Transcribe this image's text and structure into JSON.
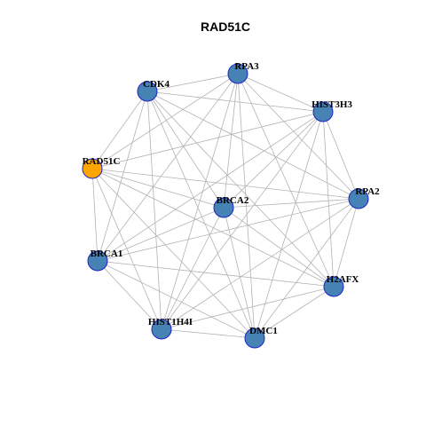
{
  "title": "RAD51C",
  "colors": {
    "default_node": "#4682b4",
    "highlight_node": "#ffa500",
    "node_border": "#1f24c8",
    "edge": "#b3b3b3"
  },
  "nodes": [
    {
      "id": "RPA3",
      "label": "RPA3",
      "highlight": false
    },
    {
      "id": "HIST3H3",
      "label": "HIST3H3",
      "highlight": false
    },
    {
      "id": "RPA2",
      "label": "RPA2",
      "highlight": false
    },
    {
      "id": "H2AFX",
      "label": "H2AFX",
      "highlight": false
    },
    {
      "id": "DMC1",
      "label": "DMC1",
      "highlight": false
    },
    {
      "id": "HIST1H4I",
      "label": "HIST1H4I",
      "highlight": false
    },
    {
      "id": "BRCA1",
      "label": "BRCA1",
      "highlight": false
    },
    {
      "id": "RAD51C",
      "label": "RAD51C",
      "highlight": true
    },
    {
      "id": "CDK4",
      "label": "CDK4",
      "highlight": false
    },
    {
      "id": "BRCA2",
      "label": "BRCA2",
      "highlight": false
    }
  ],
  "edges": [
    [
      "RPA3",
      "HIST3H3"
    ],
    [
      "RPA3",
      "RPA2"
    ],
    [
      "RPA3",
      "H2AFX"
    ],
    [
      "RPA3",
      "DMC1"
    ],
    [
      "RPA3",
      "HIST1H4I"
    ],
    [
      "RPA3",
      "BRCA1"
    ],
    [
      "RPA3",
      "RAD51C"
    ],
    [
      "RPA3",
      "CDK4"
    ],
    [
      "RPA3",
      "BRCA2"
    ],
    [
      "HIST3H3",
      "RPA2"
    ],
    [
      "HIST3H3",
      "H2AFX"
    ],
    [
      "HIST3H3",
      "DMC1"
    ],
    [
      "HIST3H3",
      "HIST1H4I"
    ],
    [
      "HIST3H3",
      "BRCA1"
    ],
    [
      "HIST3H3",
      "RAD51C"
    ],
    [
      "HIST3H3",
      "CDK4"
    ],
    [
      "HIST3H3",
      "BRCA2"
    ],
    [
      "RPA2",
      "H2AFX"
    ],
    [
      "RPA2",
      "DMC1"
    ],
    [
      "RPA2",
      "HIST1H4I"
    ],
    [
      "RPA2",
      "BRCA1"
    ],
    [
      "RPA2",
      "RAD51C"
    ],
    [
      "RPA2",
      "CDK4"
    ],
    [
      "RPA2",
      "BRCA2"
    ],
    [
      "H2AFX",
      "DMC1"
    ],
    [
      "H2AFX",
      "HIST1H4I"
    ],
    [
      "H2AFX",
      "BRCA1"
    ],
    [
      "H2AFX",
      "RAD51C"
    ],
    [
      "H2AFX",
      "CDK4"
    ],
    [
      "H2AFX",
      "BRCA2"
    ],
    [
      "DMC1",
      "HIST1H4I"
    ],
    [
      "DMC1",
      "BRCA1"
    ],
    [
      "DMC1",
      "RAD51C"
    ],
    [
      "DMC1",
      "CDK4"
    ],
    [
      "DMC1",
      "BRCA2"
    ],
    [
      "HIST1H4I",
      "BRCA1"
    ],
    [
      "HIST1H4I",
      "RAD51C"
    ],
    [
      "HIST1H4I",
      "CDK4"
    ],
    [
      "HIST1H4I",
      "BRCA2"
    ],
    [
      "BRCA1",
      "RAD51C"
    ],
    [
      "BRCA1",
      "CDK4"
    ],
    [
      "BRCA1",
      "BRCA2"
    ],
    [
      "RAD51C",
      "CDK4"
    ],
    [
      "RAD51C",
      "BRCA2"
    ],
    [
      "CDK4",
      "BRCA2"
    ]
  ]
}
